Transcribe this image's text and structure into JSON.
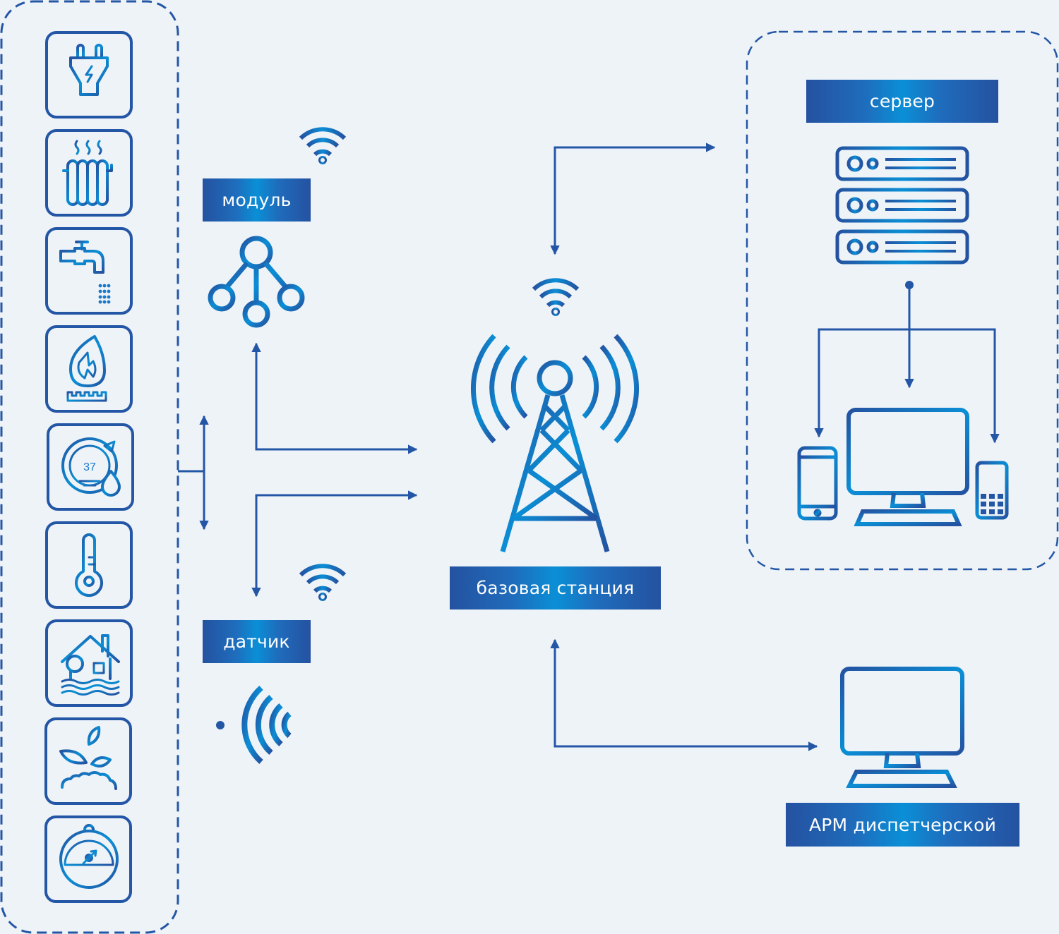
{
  "title": "Схема системы сбора данных",
  "colors": {
    "background": "#eef3f8",
    "primary": "#2456a6",
    "accent": "#0a8fd6",
    "label_text": "#ffffff"
  },
  "sensors_group": {
    "items": [
      {
        "icon": "electric-plug-icon",
        "meaning": "electricity"
      },
      {
        "icon": "radiator-heating-icon",
        "meaning": "heating"
      },
      {
        "icon": "water-tap-icon",
        "meaning": "water"
      },
      {
        "icon": "gas-flame-icon",
        "meaning": "gas"
      },
      {
        "icon": "humidity-meter-icon",
        "meaning": "humidity",
        "display": "37"
      },
      {
        "icon": "thermometer-icon",
        "meaning": "temperature"
      },
      {
        "icon": "house-flood-icon",
        "meaning": "flood"
      },
      {
        "icon": "plant-sprout-icon",
        "meaning": "soil"
      },
      {
        "icon": "pressure-gauge-icon",
        "meaning": "pressure"
      }
    ]
  },
  "nodes": {
    "module": {
      "label": "модуль",
      "icon": "network-hub-icon",
      "signal_icon": "wifi-icon"
    },
    "sensor": {
      "label": "датчик",
      "icon": "sensor-waves-icon",
      "signal_icon": "wifi-icon"
    },
    "base_station": {
      "label": "базовая станция",
      "icon": "cell-tower-icon",
      "signal_icon": "wifi-icon"
    },
    "server": {
      "label": "сервер",
      "icon": "server-rack-icon"
    },
    "clients": [
      {
        "icon": "smartphone-icon"
      },
      {
        "icon": "desktop-monitor-icon"
      },
      {
        "icon": "mobile-phone-icon"
      }
    ],
    "dispatcher": {
      "label": "АРМ диспетчерской",
      "icon": "desktop-monitor-icon"
    }
  }
}
